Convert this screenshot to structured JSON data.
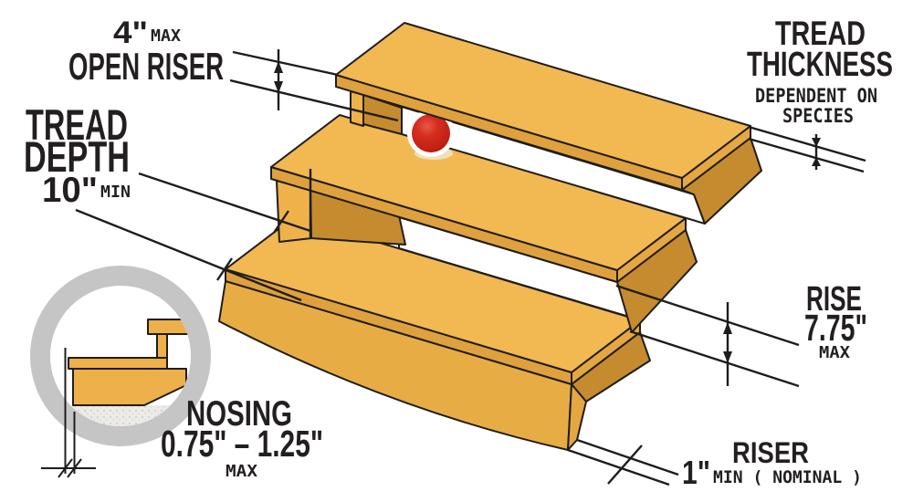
{
  "diagram_title": "Stair code requirements diagram",
  "annotations": {
    "open_riser": {
      "value": "4\"",
      "qualifier": "MAX",
      "label": "OPEN RISER"
    },
    "tread_depth": {
      "label1": "TREAD",
      "label2": "DEPTH",
      "value": "10\"",
      "qualifier": "MIN"
    },
    "tread_thickness": {
      "label1": "TREAD",
      "label2": "THICKNESS",
      "note1": "DEPENDENT ON",
      "note2": "SPECIES"
    },
    "rise": {
      "label": "RISE",
      "value": "7.75\"",
      "qualifier": "MAX"
    },
    "riser": {
      "label": "RISER",
      "value": "1\"",
      "qualifier": "MIN ( NOMINAL )"
    },
    "nosing": {
      "label": "NOSING",
      "value": "0.75\" – 1.25\"",
      "qualifier": "MAX"
    }
  },
  "colors": {
    "wood_top": "#F2B851",
    "wood_front_band": "#DEA13E",
    "wood_side": "#E5A742",
    "wood_riser_face": "#EFB24B",
    "wood_shadow": "#C58B2E",
    "big_riser_face": "#E8AC45",
    "ball_red": "#CD2418",
    "outline": "#1F1D1B",
    "inset_ring_gray": "#C5C5C5",
    "ground_speckle": "#ECEBE7"
  }
}
